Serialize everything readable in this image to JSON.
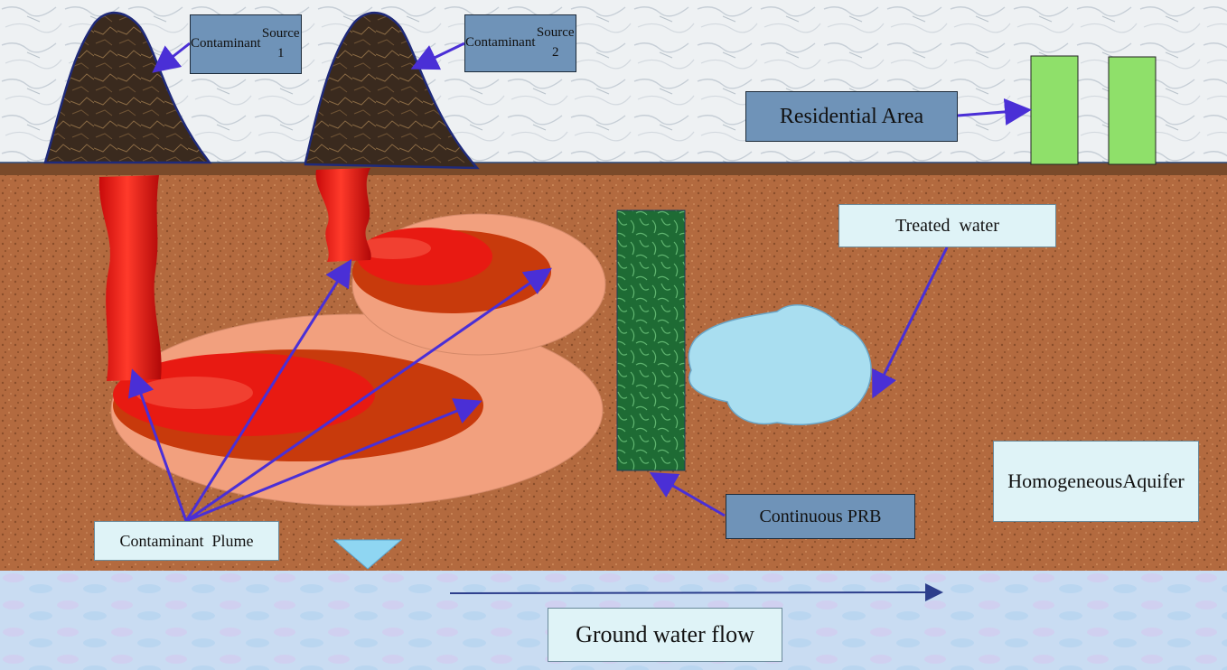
{
  "labels": {
    "source1": [
      "Contaminant",
      "Source 1"
    ],
    "source2": [
      "Contaminant",
      "Source 2"
    ],
    "residential": "Residential Area",
    "treated_water": "Treated  water",
    "aquifer": [
      "Homogeneous",
      "Aquifer"
    ],
    "prb": "Continuous PRB",
    "plume": "Contaminant  Plume",
    "flow": "Ground water flow"
  },
  "colors": {
    "sky": "#eef1f3",
    "soil": "#b36a3f",
    "soil_band": "#7a4a2a",
    "water": "#c9dcf2",
    "plume_core": "#e81a12",
    "plume_mid": "#c83a0c",
    "plume_outer": "#f2a07e",
    "prb": "#1e6b34",
    "treated": "#a9def0",
    "buildings": "#8fe06a",
    "arrow": "#4a2fd6"
  }
}
